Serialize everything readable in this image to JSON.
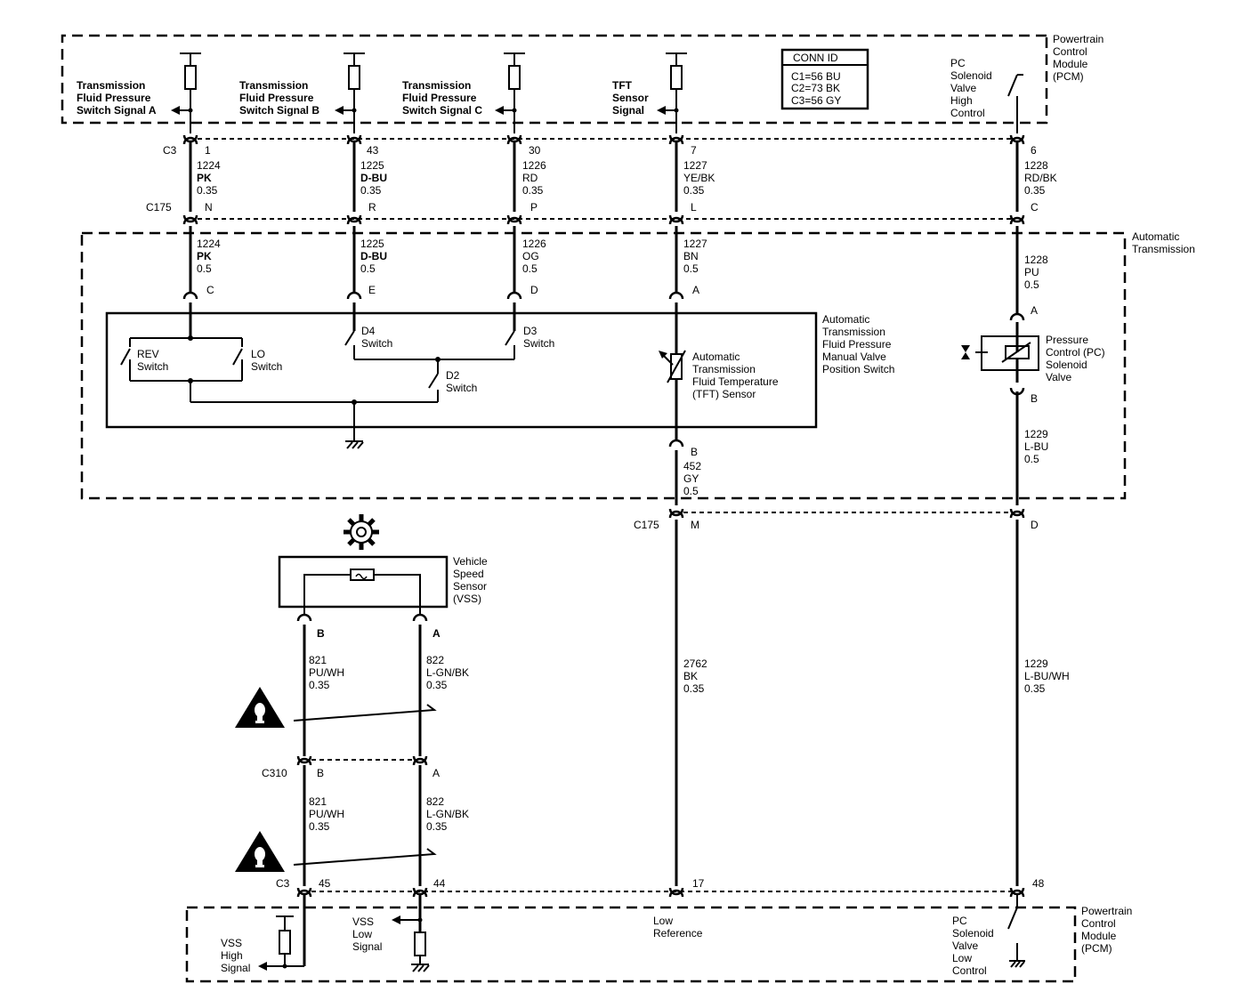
{
  "pcm_top": {
    "module_label": [
      "Powertrain",
      "Control",
      "Module",
      "(PCM)"
    ],
    "conn_id": {
      "title": "CONN ID",
      "rows": [
        "C1=56 BU",
        "C2=73 BK",
        "C3=56 GY"
      ]
    },
    "signals": [
      {
        "lines": [
          "Transmission",
          "Fluid Pressure",
          "Switch Signal A"
        ]
      },
      {
        "lines": [
          "Transmission",
          "Fluid Pressure",
          "Switch Signal B"
        ]
      },
      {
        "lines": [
          "Transmission",
          "Fluid Pressure",
          "Switch Signal C"
        ]
      },
      {
        "lines": [
          "TFT",
          "Sensor",
          "Signal"
        ]
      },
      {
        "lines": [
          "PC",
          "Solenoid",
          "Valve",
          "High",
          "Control"
        ]
      }
    ]
  },
  "connectors": {
    "c3_top": {
      "name": "C3",
      "pins": [
        "1",
        "43",
        "30",
        "7",
        "6"
      ]
    },
    "c175_top": {
      "name": "C175",
      "pins": [
        "N",
        "R",
        "P",
        "L",
        "C"
      ]
    },
    "trans_pins": [
      "C",
      "E",
      "D",
      "A"
    ],
    "c175_bottom": {
      "name": "C175",
      "pins": [
        "M",
        "D"
      ]
    },
    "c310": {
      "name": "C310",
      "pins": [
        "B",
        "A"
      ]
    },
    "c3_bottom": {
      "name": "C3",
      "pins": [
        "45",
        "44",
        "17",
        "48"
      ]
    }
  },
  "wires_top": [
    [
      "1224",
      "PK",
      "0.35"
    ],
    [
      "1225",
      "D-BU",
      "0.35"
    ],
    [
      "1226",
      "RD",
      "0.35"
    ],
    [
      "1227",
      "YE/BK",
      "0.35"
    ],
    [
      "1228",
      "RD/BK",
      "0.35"
    ]
  ],
  "wires_trans": [
    [
      "1224",
      "PK",
      "0.5"
    ],
    [
      "1225",
      "D-BU",
      "0.5"
    ],
    [
      "1226",
      "OG",
      "0.5"
    ],
    [
      "1227",
      "BN",
      "0.5"
    ],
    [
      "1228",
      "PU",
      "0.5"
    ]
  ],
  "automatic_transmission": {
    "label": [
      "Automatic",
      "Transmission"
    ],
    "switch_assembly": [
      "Automatic",
      "Transmission",
      "Fluid Pressure",
      "Manual Valve",
      "Position Switch"
    ],
    "switches": {
      "rev": [
        "REV",
        "Switch"
      ],
      "lo": [
        "LO",
        "Switch"
      ],
      "d4": [
        "D4",
        "Switch"
      ],
      "d3": [
        "D3",
        "Switch"
      ],
      "d2": [
        "D2",
        "Switch"
      ]
    },
    "tft_sensor": [
      "Automatic",
      "Transmission",
      "Fluid Temperature",
      "(TFT) Sensor"
    ],
    "tft_pin_b": "B",
    "ground_wire": [
      "452",
      "GY",
      "0.5"
    ],
    "pc_solenoid": [
      "Pressure",
      "Control (PC)",
      "Solenoid",
      "Valve"
    ],
    "pc_pin_a": "A",
    "pc_pin_b": "B",
    "pc_wire": [
      "1229",
      "L-BU",
      "0.5"
    ]
  },
  "vss": {
    "label": [
      "Vehicle",
      "Speed",
      "Sensor",
      "(VSS)"
    ],
    "pins": [
      "B",
      "A"
    ],
    "wires_upper": [
      [
        "821",
        "PU/WH",
        "0.35"
      ],
      [
        "822",
        "L-GN/BK",
        "0.35"
      ]
    ],
    "wires_lower": [
      [
        "821",
        "PU/WH",
        "0.35"
      ],
      [
        "822",
        "L-GN/BK",
        "0.35"
      ]
    ]
  },
  "lower_wires": {
    "ground": [
      "2762",
      "BK",
      "0.35"
    ],
    "pc_low": [
      "1229",
      "L-BU/WH",
      "0.35"
    ]
  },
  "pcm_bottom": {
    "module_label": [
      "Powertrain",
      "Control",
      "Module",
      "(PCM)"
    ],
    "vss_high": [
      "VSS",
      "High",
      "Signal"
    ],
    "vss_low": [
      "VSS",
      "Low",
      "Signal"
    ],
    "low_ref": [
      "Low",
      "Reference"
    ],
    "pc_low": [
      "PC",
      "Solenoid",
      "Valve",
      "Low",
      "Control"
    ]
  }
}
